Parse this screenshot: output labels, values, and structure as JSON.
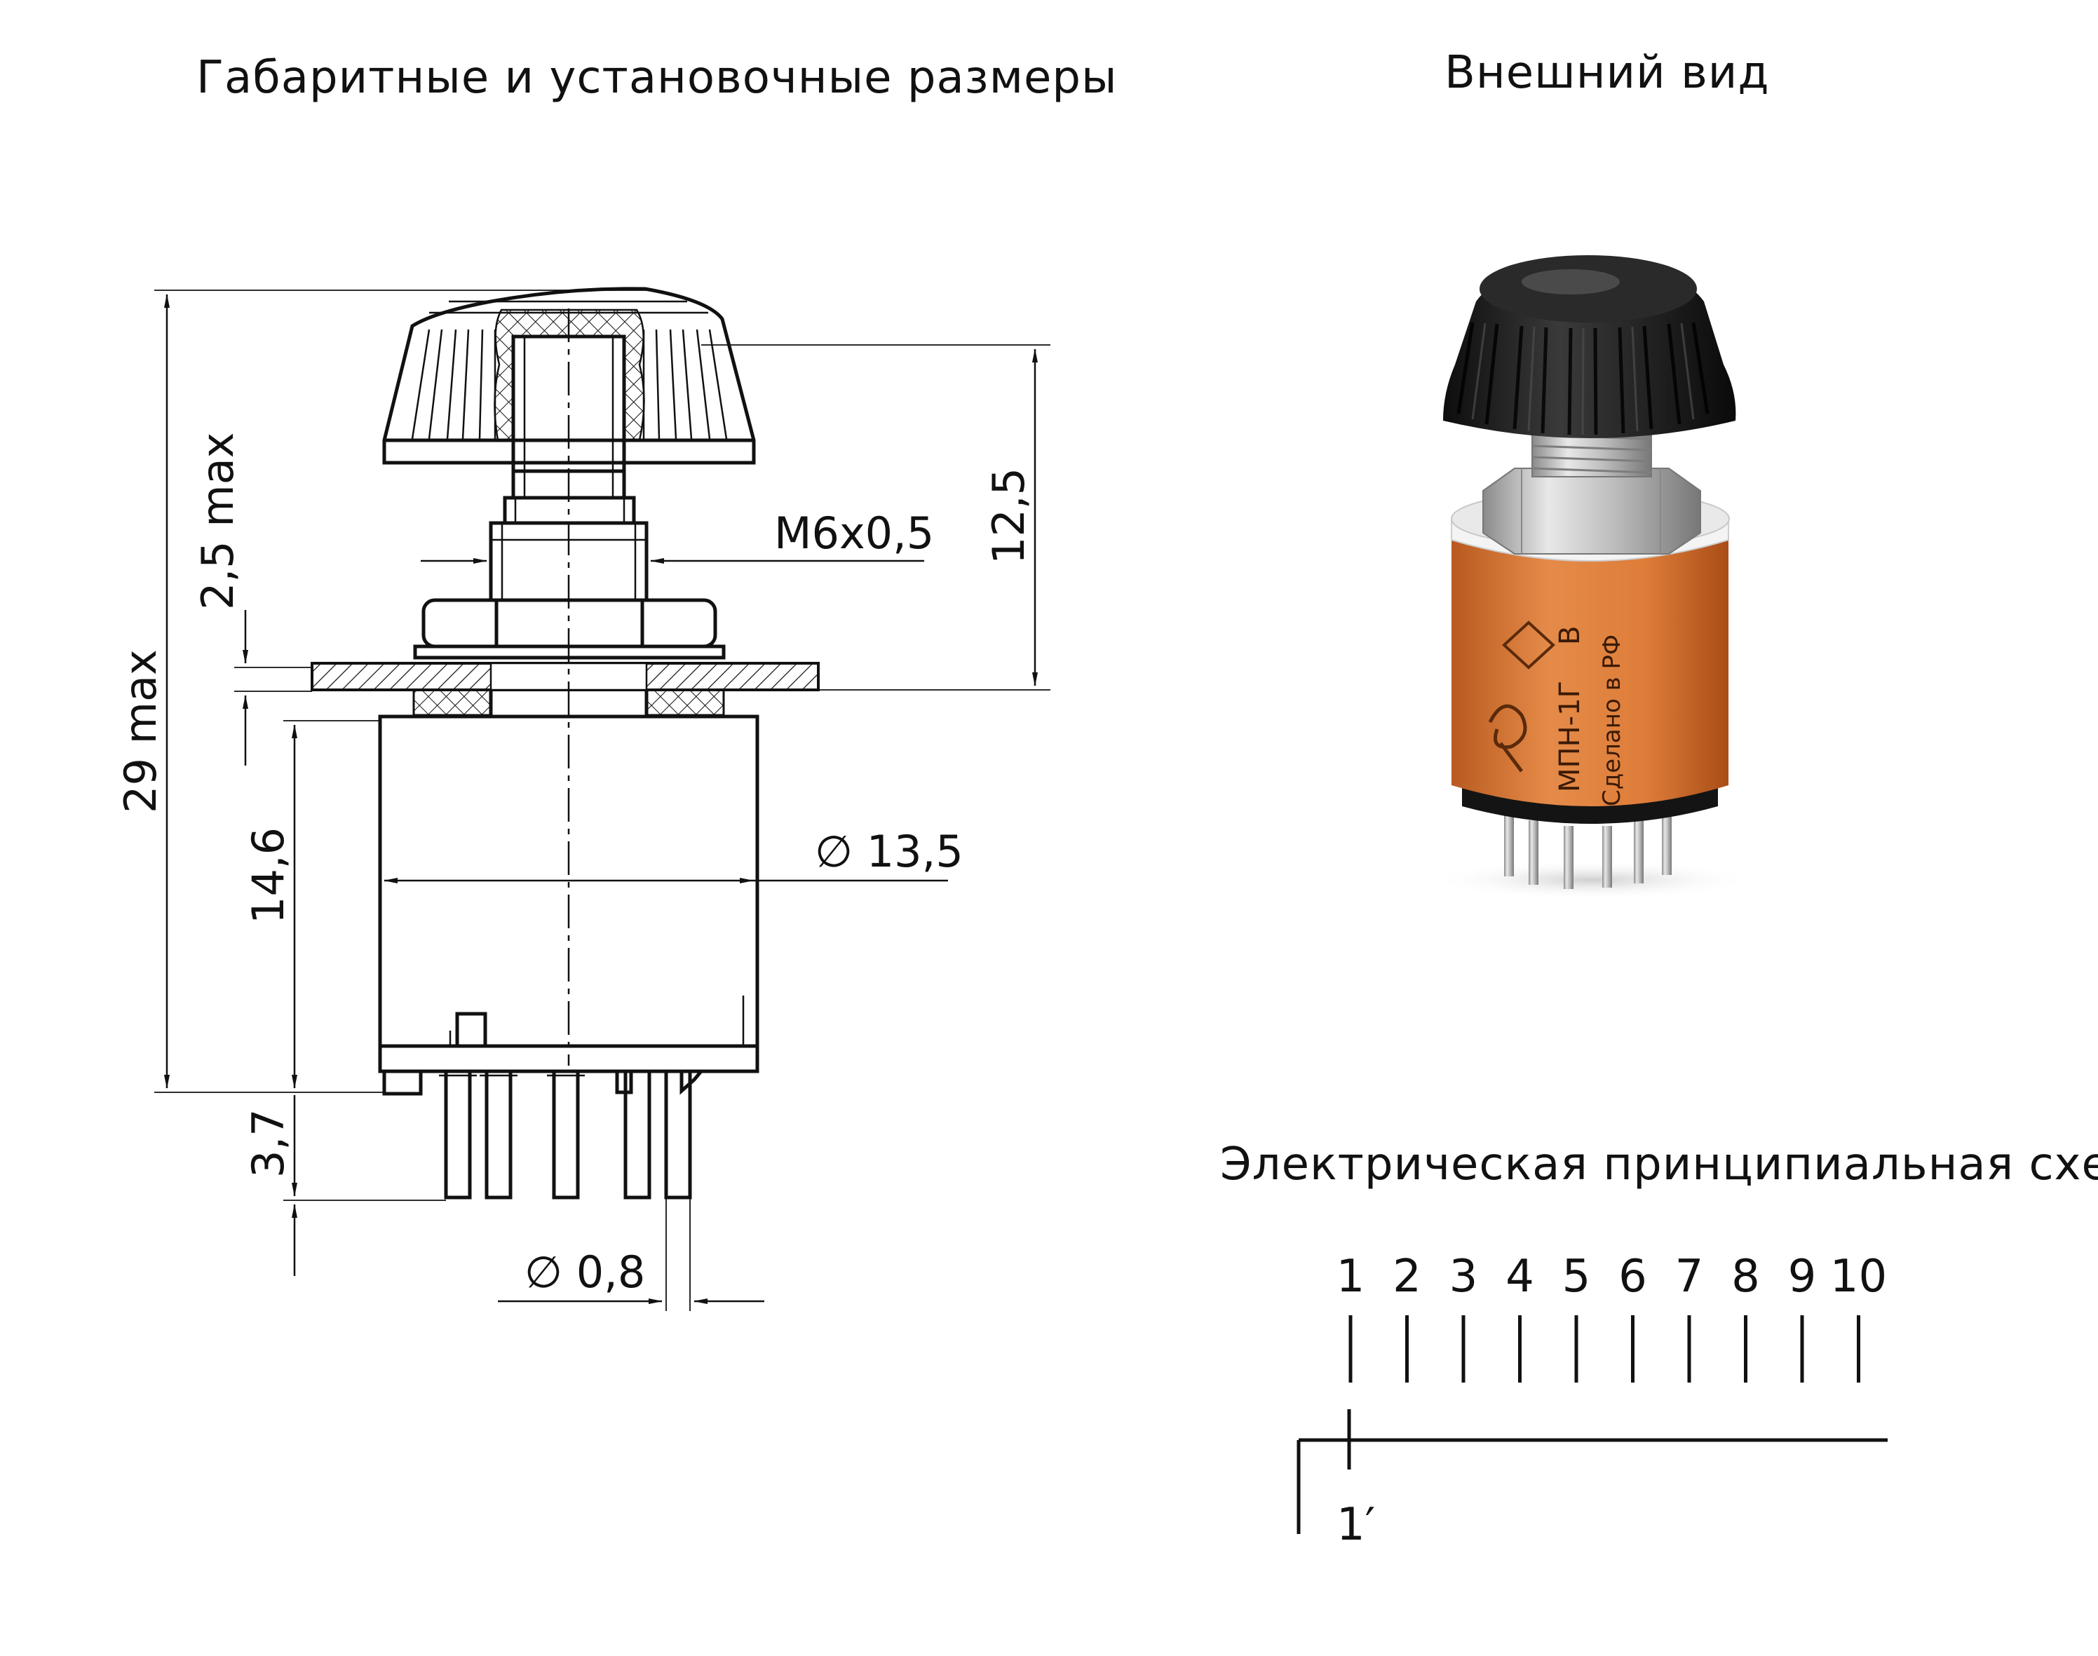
{
  "titles": {
    "drawing": "Габаритные и установочные размеры",
    "appearance": "Внешний вид",
    "schematic": "Электрическая принципиальная схема"
  },
  "dimensions": {
    "total_height": "29 max",
    "panel_thickness": "2,5 max",
    "shaft_height": "12,5",
    "thread": "M6x0,5",
    "body_height": "14,6",
    "body_diameter": "∅ 13,5",
    "pin_length": "3,7",
    "pin_diameter": "∅ 0,8"
  },
  "product_label": {
    "model": "МПН-1Г",
    "grade": "В",
    "origin": "Сделано в РФ"
  },
  "schematic": {
    "terminals": [
      "1",
      "2",
      "3",
      "4",
      "5",
      "6",
      "7",
      "8",
      "9",
      "10"
    ],
    "common_terminal": "1′"
  },
  "colors": {
    "line": "#111111",
    "body_orange": "#d9793a",
    "knob_black": "#1b1b1b",
    "metal": "#bdbdbd"
  }
}
